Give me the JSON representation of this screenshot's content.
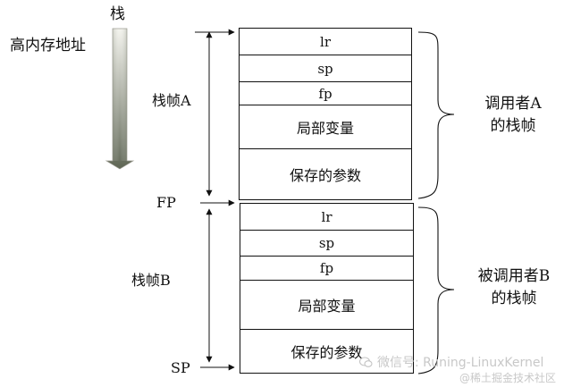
{
  "stack_title": "栈",
  "direction_label": "高内存地址",
  "frame_a": {
    "label": "栈帧A",
    "cells": [
      "lr",
      "sp",
      "fp",
      "局部变量",
      "保存的参数"
    ],
    "caption_line1": "调用者A",
    "caption_line2": "的栈帧"
  },
  "frame_b": {
    "label": "栈帧B",
    "cells": [
      "lr",
      "sp",
      "fp",
      "局部变量",
      "保存的参数"
    ],
    "caption_line1": "被调用者B",
    "caption_line2": "的栈帧"
  },
  "pointers": {
    "fp": "FP",
    "sp": "SP"
  },
  "watermark": {
    "line1": "微信号: Runing-LinuxKernel",
    "line2": "@稀土掘金技术社区"
  },
  "colors": {
    "line": "#111111",
    "arrow_light": "#f3f3ec",
    "arrow_dark": "#6e7363"
  }
}
